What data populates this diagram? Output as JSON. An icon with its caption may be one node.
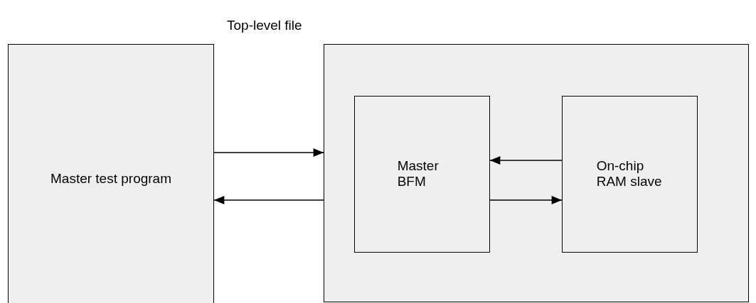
{
  "diagram": {
    "nodes": [
      {
        "text": [
          "Master test program"
        ]
      },
      {
        "text": [
          "Top-level file"
        ]
      },
      {
        "text": [
          "Master BFM"
        ],
        "in": 1
      },
      {
        "text": [
          "On-chip RAM slave"
        ],
        "in": 1
      }
    ],
    "edges": [
      {
        "from": 0,
        "to": 1,
        "arrow": "to"
      },
      {
        "from": 1,
        "to": 0,
        "arrow": "to"
      },
      {
        "from": 3,
        "to": 2,
        "arrow": "to"
      },
      {
        "from": 2,
        "to": 3,
        "arrow": "to"
      }
    ]
  }
}
